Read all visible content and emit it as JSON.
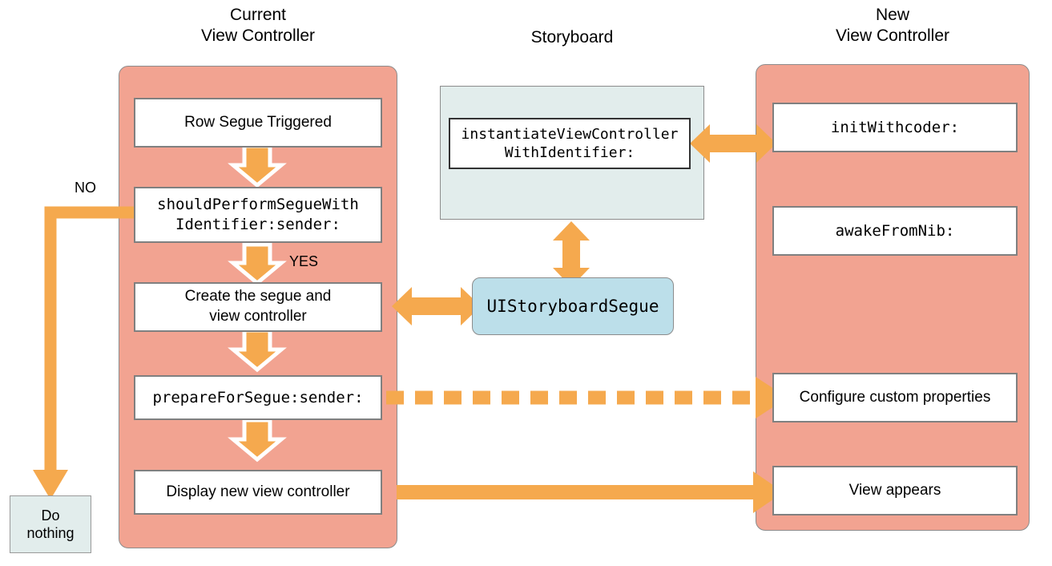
{
  "diagram": {
    "title": "Segue lifecycle flow",
    "colors": {
      "panel_pink": "#F2A391",
      "panel_blue": "#E2EDEC",
      "chip_blue": "#BCDFEA",
      "arrow_orange": "#F5A94E",
      "node_border": "#808080",
      "background": "#FFFFFF"
    },
    "columns": [
      {
        "id": "current",
        "title": "Current\nView Controller"
      },
      {
        "id": "storyboard",
        "title": "Storyboard"
      },
      {
        "id": "new",
        "title": "New\nView Controller"
      }
    ],
    "current_view_controller": {
      "nodes": [
        {
          "id": "row-segue-triggered",
          "label": "Row Segue Triggered",
          "font": "sans"
        },
        {
          "id": "should-perform-segue",
          "label": "shouldPerformSegueWith\nIdentifier:sender:",
          "font": "mono"
        },
        {
          "id": "create-segue",
          "label": "Create the segue and\nview controller",
          "font": "sans"
        },
        {
          "id": "prepare-for-segue",
          "label": "prepareForSegue:sender:",
          "font": "mono"
        },
        {
          "id": "display-new-vc",
          "label": "Display new view controller",
          "font": "sans"
        }
      ]
    },
    "storyboard": {
      "nodes": [
        {
          "id": "instantiate-vc",
          "label": "instantiateViewController\nWithIdentifier:",
          "font": "mono"
        }
      ]
    },
    "segue_chip": {
      "id": "uistoryboardsegue",
      "label": "UIStoryboardSegue"
    },
    "new_view_controller": {
      "nodes": [
        {
          "id": "init-with-coder",
          "label": "initWithcoder:",
          "font": "mono"
        },
        {
          "id": "awake-from-nib",
          "label": "awakeFromNib:",
          "font": "mono"
        },
        {
          "id": "configure-custom-properties",
          "label": "Configure custom properties",
          "font": "sans"
        },
        {
          "id": "view-appears",
          "label": "View appears",
          "font": "sans"
        }
      ]
    },
    "terminal": {
      "id": "do-nothing",
      "label": "Do\nnothing"
    },
    "edge_labels": [
      {
        "id": "no-label",
        "label": "NO"
      },
      {
        "id": "yes-label",
        "label": "YES"
      }
    ]
  }
}
